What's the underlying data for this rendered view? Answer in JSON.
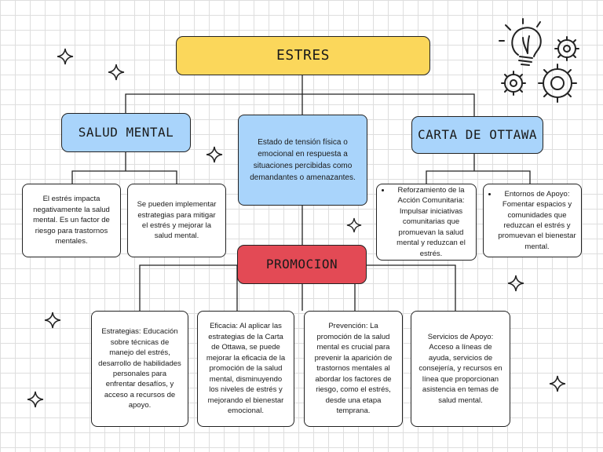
{
  "main": {
    "title": "ESTRES"
  },
  "definition": "Estado de tensión física o emocional en respuesta a situaciones percibidas como demandantes o amenazantes.",
  "salud_mental": {
    "title": "SALUD MENTAL",
    "items": [
      "El estrés impacta negativamente la salud mental. Es un factor de riesgo para trastornos mentales.",
      "Se pueden implementar estrategias para mitigar el estrés y mejorar la salud mental."
    ]
  },
  "carta_ottawa": {
    "title": "CARTA DE OTTAWA",
    "items": [
      "Reforzamiento de la Acción Comunitaria: Impulsar iniciativas comunitarias que promuevan la salud mental y reduzcan el estrés.",
      "Entornos de Apoyo: Fomentar espacios y comunidades que reduzcan el estrés y promuevan el bienestar mental."
    ]
  },
  "promocion": {
    "title": "PROMOCION",
    "items": [
      "Estrategias: Educación sobre técnicas de manejo del estrés, desarrollo de habilidades personales para enfrentar desafíos, y acceso a recursos de apoyo.",
      "Eficacia: Al aplicar las estrategias de la Carta de Ottawa, se puede mejorar la eficacia de la promoción de la salud mental, disminuyendo los niveles de estrés y mejorando el bienestar emocional.",
      "Prevención: La promoción de la salud mental es crucial para prevenir la aparición de trastornos mentales al abordar los factores de riesgo, como el estrés, desde una etapa temprana.",
      "Servicios de Apoyo: Acceso a líneas de ayuda, servicios de consejería, y recursos en línea que proporcionan asistencia en temas de salud mental."
    ]
  },
  "colors": {
    "main": "#fbd75b",
    "branch": "#a9d4fb",
    "promocion": "#e34a55",
    "border": "#222222"
  },
  "decorations": [
    "lightbulb-gears-icon",
    "sparkle-icon"
  ]
}
